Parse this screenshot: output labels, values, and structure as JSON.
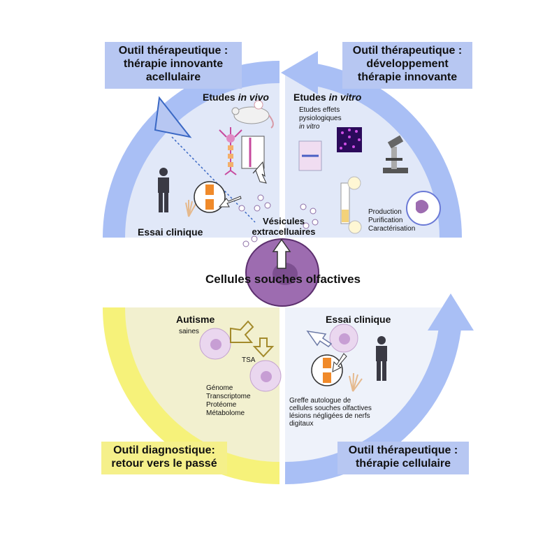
{
  "boxes": {
    "top_left": [
      "Outil thérapeutique :",
      "thérapie innovante",
      "acellulaire"
    ],
    "top_right": [
      "Outil thérapeutique :",
      "développement",
      "thérapie innovante"
    ],
    "bottom_left": [
      "Outil diagnostique:",
      "retour vers le passé"
    ],
    "bottom_right": [
      "Outil thérapeutique :",
      "thérapie cellulaire"
    ]
  },
  "top_left": {
    "in_vivo_prefix": "Etudes ",
    "in_vivo_italic": "in vivo",
    "clinical_trial": "Essai clinique"
  },
  "top_right": {
    "in_vitro_prefix": "Etudes ",
    "in_vitro_italic": "in vitro",
    "effects_line1": "Etudes effets",
    "effects_line2": "pysiologiques",
    "effects_line3": "in vitro",
    "production": "Production",
    "purification": "Purification",
    "characterisation": "Caractérisation"
  },
  "vesicles": [
    "Vésicules",
    "extracelluaires"
  ],
  "center_title": "Cellules souches olfactives",
  "bottom_left": {
    "autism": "Autisme",
    "healthy": "saines",
    "tsa": "TSA",
    "omics": [
      "Génome",
      "Transcriptome",
      "Protéome",
      "Métabolome"
    ]
  },
  "bottom_right": {
    "clinical_trial": "Essai clinique",
    "graft": [
      "Greffe autologue de",
      "cellules souches olfactives",
      "lésions négligées de nerfs",
      "digitaux"
    ]
  },
  "colors": {
    "blue_ring": "#a9bff5",
    "yellow_ring": "#f6f27a",
    "panel_blue": "#e1e8f8",
    "panel_blue_light": "#eef2fa",
    "panel_yellow": "#f2f0cf",
    "cell_purple": "#9d6cb0"
  }
}
